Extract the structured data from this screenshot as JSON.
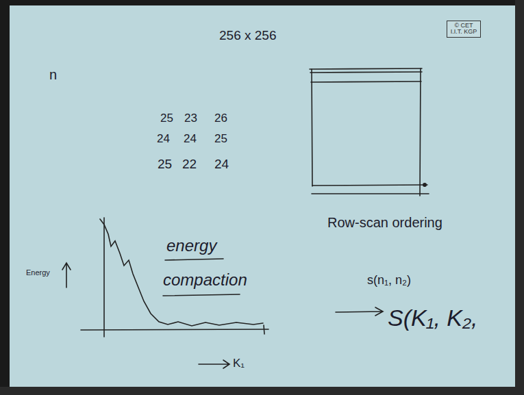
{
  "diagram": {
    "nodes": [
      {
        "text": [
          "© CET I.I.T. KGP"
        ]
      }
    ],
    "labels": [
      "256 x 256",
      "n",
      "25",
      "23",
      "26",
      "24",
      "24",
      "25",
      "25",
      "22",
      "24",
      "Row-scan ordering",
      "Energy",
      "energy",
      "compaction",
      "s(n₁, n₂)",
      "S(K₁, K₂,",
      "K₁"
    ]
  }
}
